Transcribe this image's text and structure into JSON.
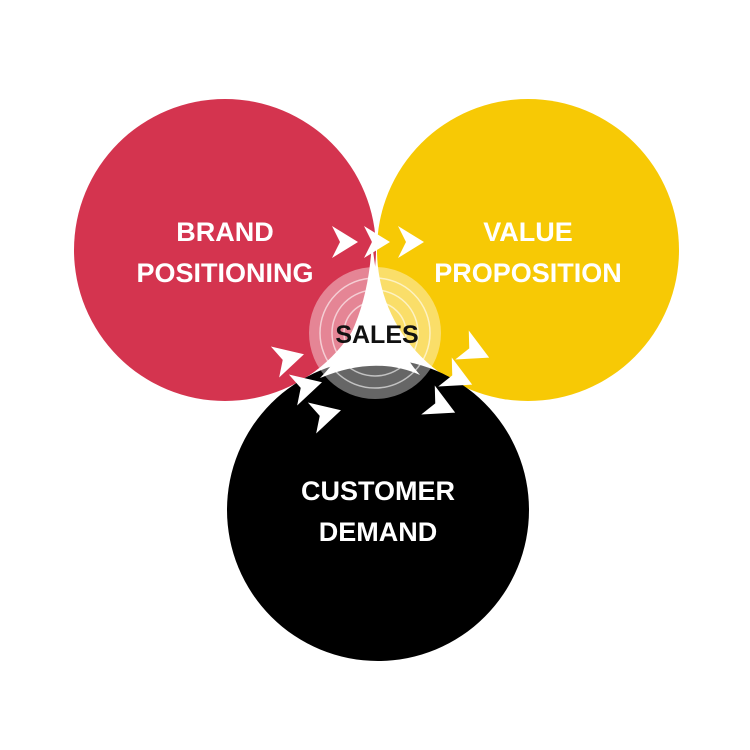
{
  "circles": {
    "brand": {
      "line1": "BRAND",
      "line2": "POSITIONING",
      "color": "#d4344f"
    },
    "value": {
      "line1": "VALUE",
      "line2": "PROPOSITION",
      "color": "#f7c905"
    },
    "customer": {
      "line1": "CUSTOMER",
      "line2": "DEMAND",
      "color": "#000000"
    }
  },
  "center": {
    "label": "SALES"
  }
}
